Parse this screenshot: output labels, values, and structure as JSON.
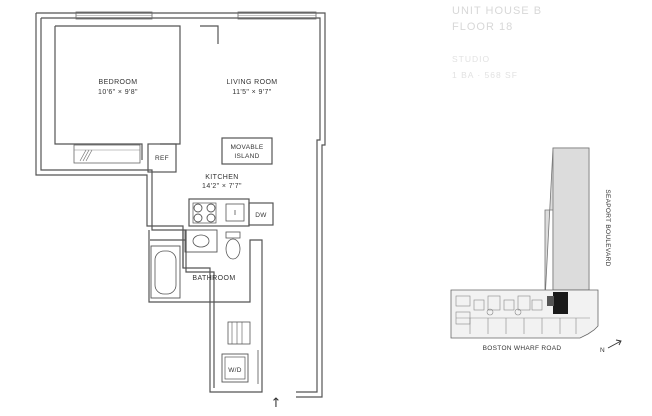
{
  "header": {
    "ghost_line1": "UNIT HOUSE B",
    "ghost_line2": "FLOOR 18",
    "ghost_line3": "STUDIO",
    "ghost_line4": "1 BA · 568 SF"
  },
  "floorplan": {
    "rooms": {
      "bedroom": {
        "name": "BEDROOM",
        "dims": "10'6\" × 9'8\""
      },
      "living_room": {
        "name": "LIVING ROOM",
        "dims": "11'5\" × 9'7\""
      },
      "kitchen": {
        "name": "KITCHEN",
        "dims": "14'2\" × 7'7\""
      },
      "bathroom": {
        "name": "BATHROOM"
      }
    },
    "fixtures": {
      "movable_island_line1": "MOVABLE",
      "movable_island_line2": "ISLAND",
      "ref": "REF",
      "dw": "DW",
      "wd": "W/D"
    },
    "entry_arrow": "↑"
  },
  "keyplan": {
    "street_bottom": "BOSTON WHARF ROAD",
    "street_right": "SEAPORT BOULEVARD",
    "north": "N"
  }
}
